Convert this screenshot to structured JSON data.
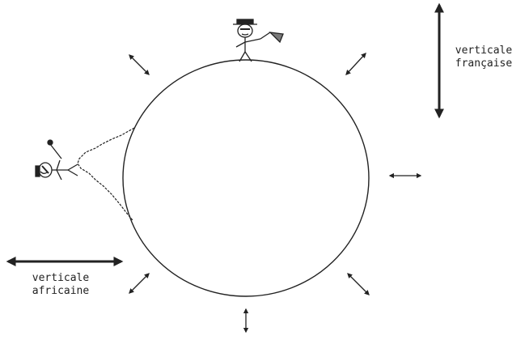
{
  "labels": {
    "french_vertical": [
      "verticale",
      "française"
    ],
    "african_vertical": [
      "verticale",
      "africaine"
    ]
  },
  "colors": {
    "ink": "#222222",
    "background": "#ffffff"
  },
  "figures": [
    "french-person-figure",
    "african-person-figure"
  ]
}
